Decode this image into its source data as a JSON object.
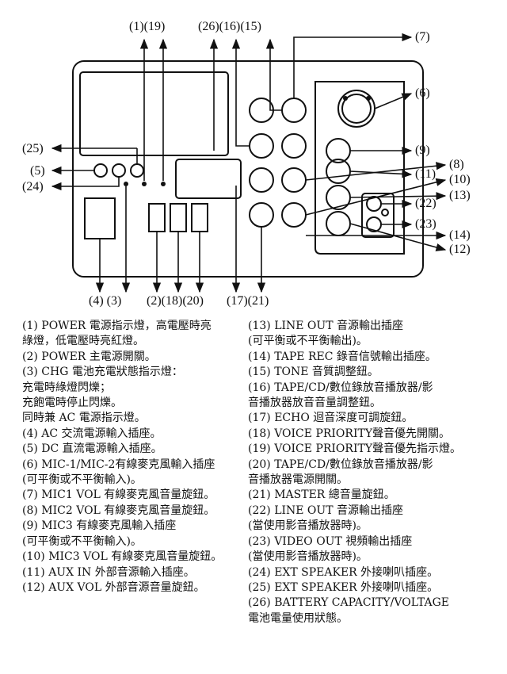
{
  "diagram": {
    "labels": {
      "c1_19": "(1)(19)",
      "c26_16_15": "(26)(16)(15)",
      "c7": "(7)",
      "c6": "(6)",
      "c25": "(25)",
      "c5": "(5)",
      "c24": "(24)",
      "c9": "(9)",
      "c8": "(8)",
      "c11": "(11)",
      "c10": "(10)",
      "c13": "(13)",
      "c22": "(22)",
      "c23": "(23)",
      "c14": "(14)",
      "c12": "(12)",
      "b4_3": "(4) (3)",
      "b2_18_20": "(2)(18)(20)",
      "b17_21": "(17)(21)"
    }
  },
  "legend": {
    "left": [
      "(1) POWER 電源指示燈，高電壓時亮\n      綠燈，低電壓時亮紅燈。",
      "(2) POWER 主電源開關。",
      "(3) CHG 電池充電狀態指示燈：\n      充電時綠燈閃爍；\n      充飽電時停止閃爍。\n      同時兼 AC 電源指示燈。",
      "(4) AC 交流電源輸入插座。",
      "(5) DC 直流電源輸入插座。",
      "(6) MIC-1/MIC-2有線麥克風輸入插座\n      (可平衡或不平衡輸入)。",
      "(7) MIC1 VOL 有線麥克風音量旋鈕。",
      "(8) MIC2 VOL 有線麥克風音量旋鈕。",
      "(9) MIC3 有線麥克風輸入插座\n      (可平衡或不平衡輸入)。",
      "(10) MIC3 VOL 有線麥克風音量旋鈕。",
      "(11) AUX IN 外部音源輸入插座。",
      "(12) AUX VOL 外部音源音量旋鈕。"
    ],
    "right": [
      "(13) LINE OUT 音源輸出插座\n        (可平衡或不平衡輸出)。",
      "(14) TAPE REC 錄音信號輸出插座。",
      "(15) TONE 音質調整鈕。",
      "(16) TAPE/CD/數位錄放音播放器/影\n        音播放器放音音量調整鈕。",
      "(17) ECHO 迴音深度可調旋鈕。",
      "(18) VOICE PRIORITY聲音優先開關。",
      "(19) VOICE PRIORITY聲音優先指示燈。",
      "(20) TAPE/CD/數位錄放音播放器/影\n        音播放器電源開關。",
      "(21) MASTER 總音量旋鈕。",
      "(22) LINE OUT 音源輸出插座\n        (當使用影音播放器時)。",
      "(23) VIDEO OUT 視頻輸出插座\n        (當使用影音播放器時)。",
      "(24) EXT SPEAKER 外接喇叭插座。",
      "(25) EXT SPEAKER 外接喇叭插座。",
      "(26) BATTERY CAPACITY/VOLTAGE\n        電池電量使用狀態。"
    ]
  }
}
